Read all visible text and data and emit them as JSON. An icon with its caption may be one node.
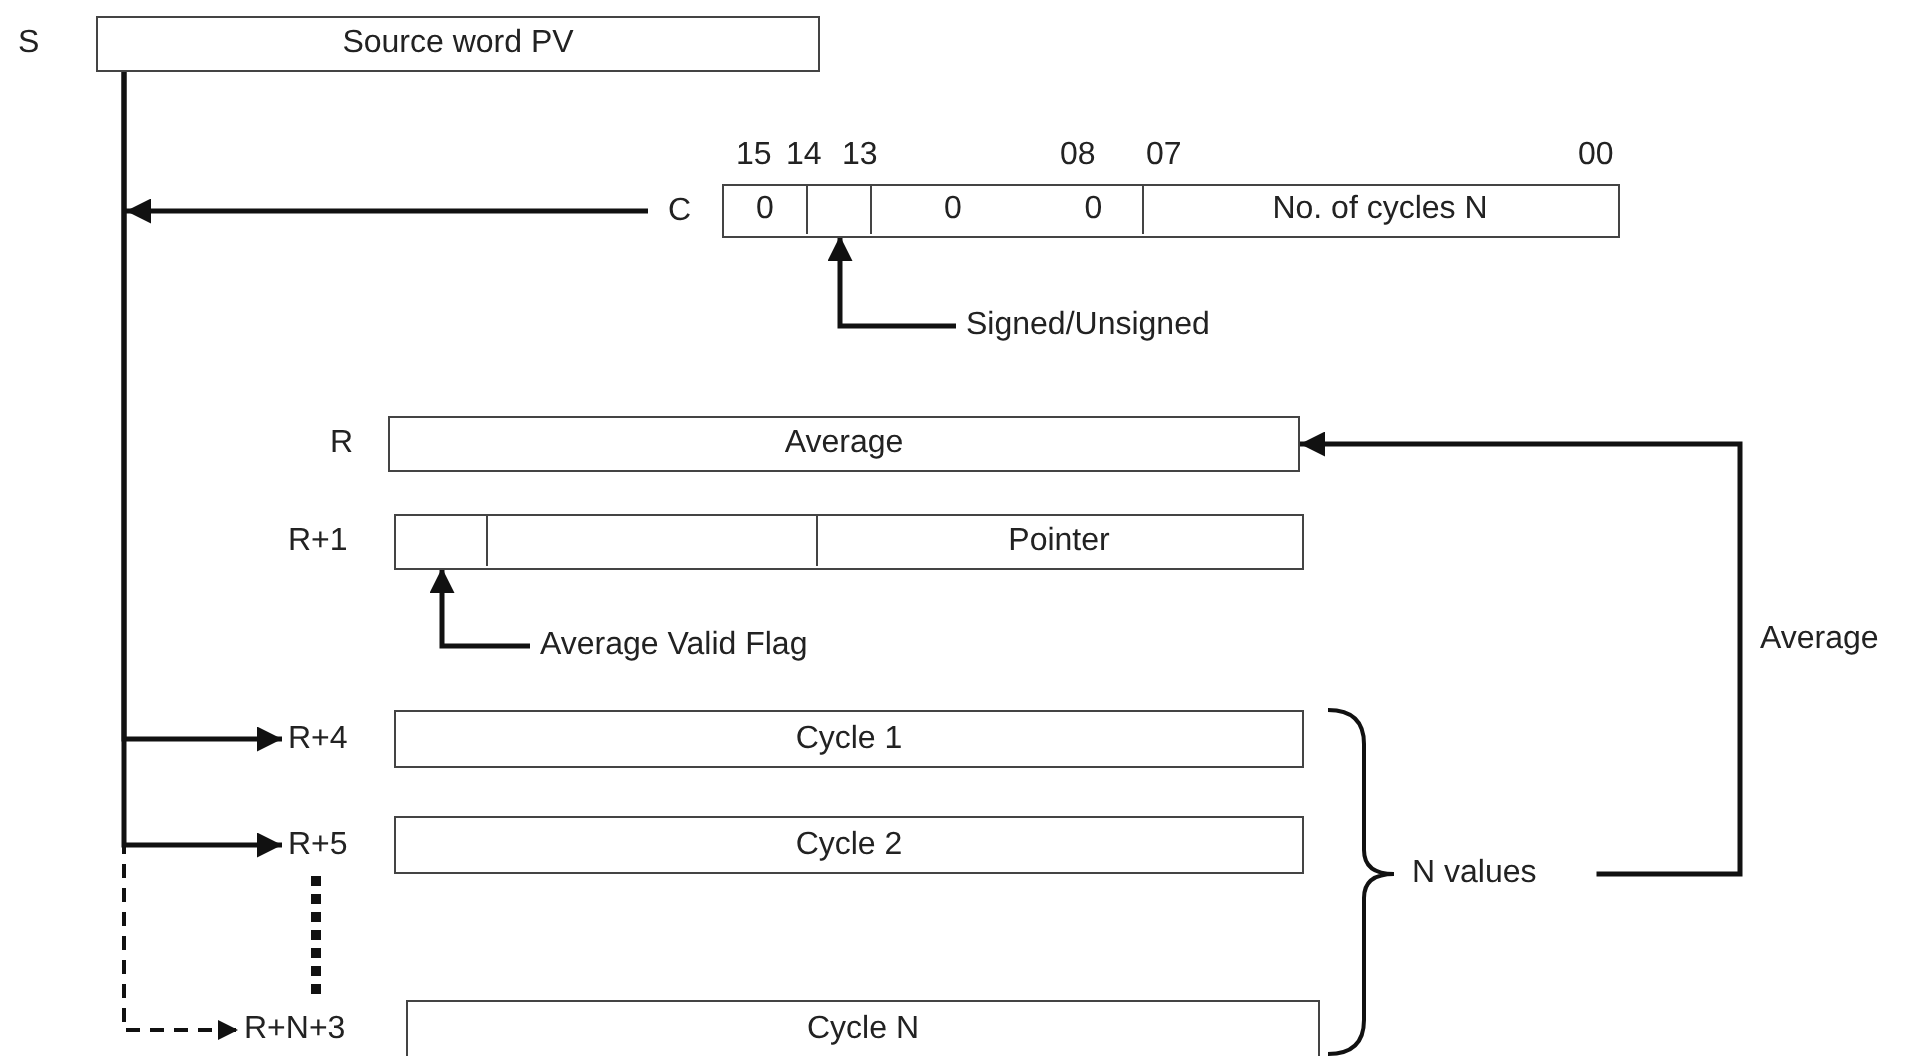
{
  "diagram": {
    "nodes": [
      {
        "text": [
          "Source word PV"
        ],
        "beside": [
          "S"
        ]
      },
      {
        "text": [],
        "shape": "box",
        "beside": [
          "C"
        ]
      },
      {
        "text": [
          "0"
        ],
        "in": 1
      },
      {
        "text": [],
        "shape": "box",
        "in": 1
      },
      {
        "text": [
          "0",
          "0"
        ],
        "in": 1
      },
      {
        "text": [
          "No. of cycles N"
        ],
        "in": 1
      },
      {
        "text": [
          "Signed/Unsigned"
        ]
      },
      {
        "text": [
          "Average"
        ],
        "beside": [
          "R"
        ]
      },
      {
        "text": [],
        "shape": "box",
        "beside": [
          "R+1"
        ]
      },
      {
        "text": [],
        "shape": "box",
        "in": 8
      },
      {
        "text": [],
        "shape": "box",
        "in": 8
      },
      {
        "text": [
          "Pointer"
        ],
        "in": 8
      },
      {
        "text": [
          "Average Valid Flag"
        ]
      },
      {
        "text": [
          "Cycle 1"
        ],
        "beside": [
          "R+4"
        ]
      },
      {
        "text": [
          "Cycle 2"
        ],
        "beside": [
          "R+5"
        ]
      },
      {
        "text": [
          "Cycle N"
        ],
        "beside": [
          "R+N+3"
        ]
      },
      {
        "text": [
          "N values"
        ]
      }
    ],
    "edges": [
      {
        "from": 1,
        "to": null,
        "arrow": "to"
      },
      {
        "from": 6,
        "to": 3,
        "arrow": "to"
      },
      {
        "from": 12,
        "to": 9,
        "arrow": "to"
      },
      {
        "from": 0,
        "to": 13,
        "arrow": "to"
      },
      {
        "from": 0,
        "to": 14,
        "arrow": "to"
      },
      {
        "from": 0,
        "to": 15,
        "arrow": "to",
        "style": "dashed"
      },
      {
        "from": 16,
        "to": 7,
        "arrow": "to",
        "label": "Average"
      }
    ],
    "labels": [
      "15",
      "14",
      "13",
      "08",
      "07",
      "00"
    ]
  }
}
